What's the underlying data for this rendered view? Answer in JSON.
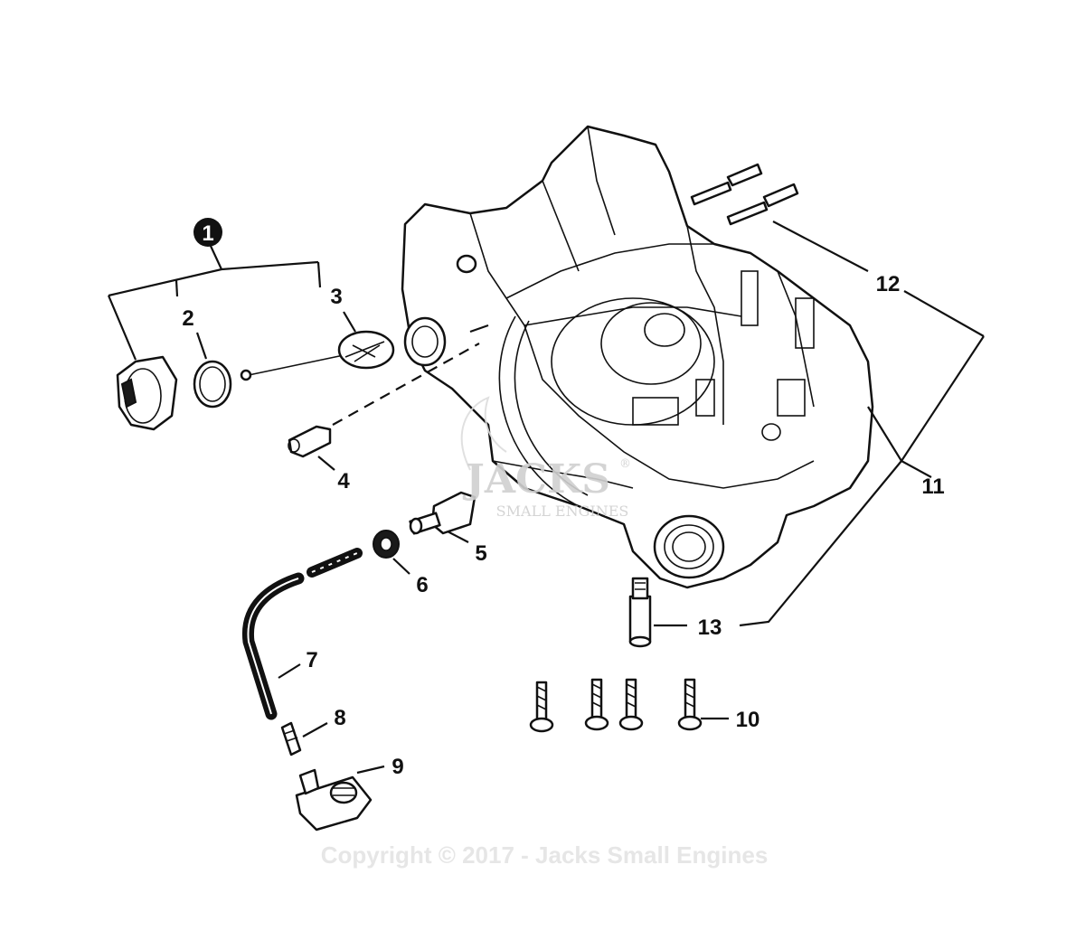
{
  "diagram": {
    "callouts": {
      "c1": "1",
      "c2": "2",
      "c3": "3",
      "c4": "4",
      "c5": "5",
      "c6": "6",
      "c7": "7",
      "c8": "8",
      "c9": "9",
      "c10": "10",
      "c11": "11",
      "c12": "12",
      "c13": "13"
    },
    "watermark": {
      "logo_text": "JACKS",
      "logo_subtext": "SMALL ENGINES",
      "registered_mark": "®"
    },
    "copyright": "Copyright © 2017 - Jacks Small Engines"
  }
}
